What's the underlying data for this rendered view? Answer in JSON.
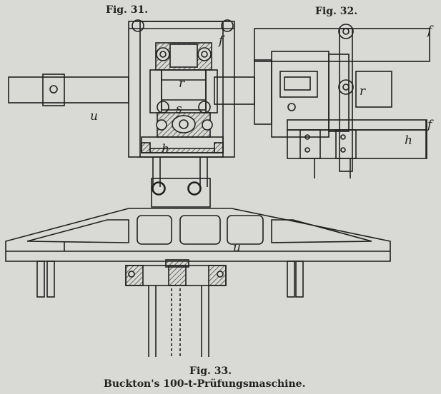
{
  "figures": {
    "fig31_caption": "Fig. 31.",
    "fig32_caption": "Fig. 32.",
    "fig33_caption": "Fig. 33.",
    "main_title": "Buckton's 100-t-Prüfungsmaschine."
  },
  "labels": {
    "fig31_u": "u",
    "fig31_r": "r",
    "fig31_f": "f",
    "fig31_s": "s",
    "fig31_h": "h",
    "fig32_r": "r",
    "fig32_f_top": "f",
    "fig32_f_bottom": "f",
    "fig32_h": "h",
    "fig33_u": "u"
  }
}
